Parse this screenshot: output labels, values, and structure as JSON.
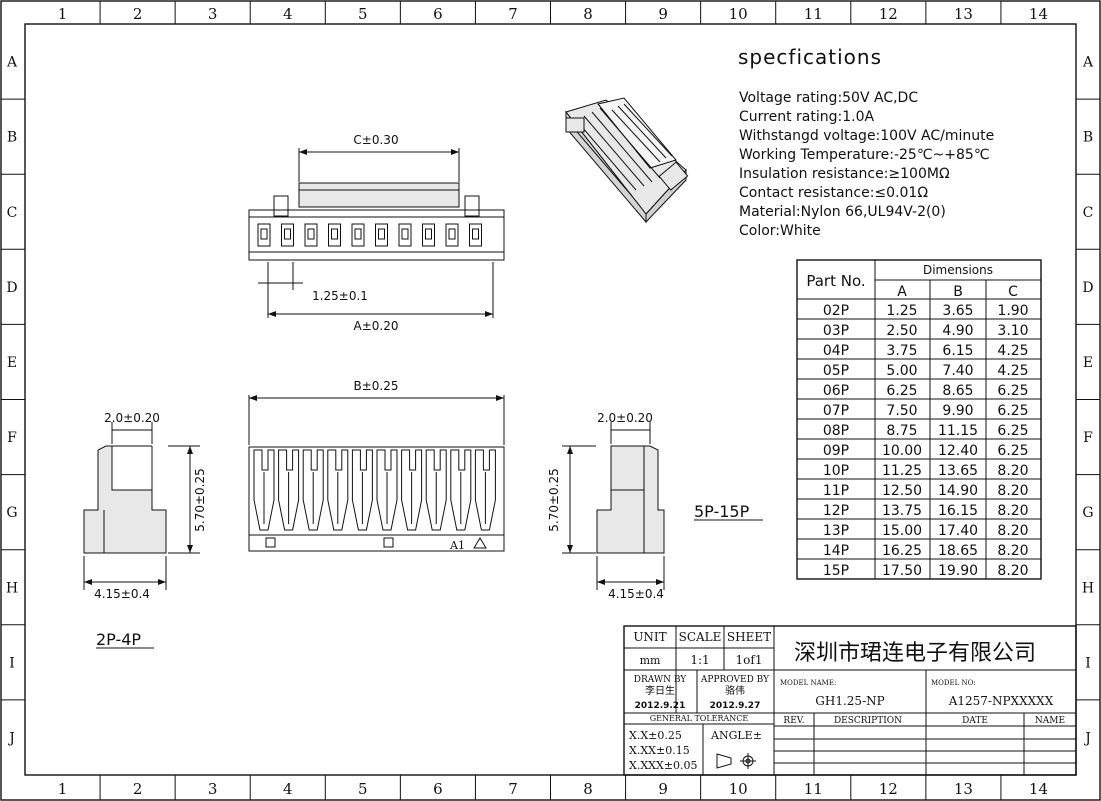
{
  "frame": {
    "col_labels": [
      "1",
      "2",
      "3",
      "4",
      "5",
      "6",
      "7",
      "8",
      "9",
      "10",
      "11",
      "12",
      "13",
      "14"
    ],
    "row_labels": [
      "A",
      "B",
      "C",
      "D",
      "E",
      "F",
      "G",
      "H",
      "I",
      "J"
    ]
  },
  "specs": {
    "heading": "specfications",
    "lines": [
      "Voltage rating:50V AC,DC",
      "Current rating:1.0A",
      "Withstangd voltage:100V AC/minute",
      "Working Temperature:-25℃~+85℃",
      "Insulation resistance:≥100MΩ",
      "Contact resistance:≤0.01Ω",
      "Material:Nylon 66,UL94V-2(0)",
      "Color:White"
    ]
  },
  "dims": {
    "c": "C±0.30",
    "pitch": "1.25±0.1",
    "a": "A±0.20",
    "b": "B±0.25",
    "w_left": "2.0±0.20",
    "w_right": "2.0±0.20",
    "h_left": "5.70±0.25",
    "h_right": "5.70±0.25",
    "d_left": "4.15±0.4",
    "d_right": "4.15±0.4",
    "a1": "A1",
    "range_small": "2P-4P",
    "range_large": "5P-15P"
  },
  "table": {
    "part_header": "Part No.",
    "dim_header": "Dimensions",
    "cols": [
      "A",
      "B",
      "C"
    ],
    "rows": [
      [
        "02P",
        "1.25",
        "3.65",
        "1.90"
      ],
      [
        "03P",
        "2.50",
        "4.90",
        "3.10"
      ],
      [
        "04P",
        "3.75",
        "6.15",
        "4.25"
      ],
      [
        "05P",
        "5.00",
        "7.40",
        "4.25"
      ],
      [
        "06P",
        "6.25",
        "8.65",
        "6.25"
      ],
      [
        "07P",
        "7.50",
        "9.90",
        "6.25"
      ],
      [
        "08P",
        "8.75",
        "11.15",
        "6.25"
      ],
      [
        "09P",
        "10.00",
        "12.40",
        "6.25"
      ],
      [
        "10P",
        "11.25",
        "13.65",
        "8.20"
      ],
      [
        "11P",
        "12.50",
        "14.90",
        "8.20"
      ],
      [
        "12P",
        "13.75",
        "16.15",
        "8.20"
      ],
      [
        "13P",
        "15.00",
        "17.40",
        "8.20"
      ],
      [
        "14P",
        "16.25",
        "18.65",
        "8.20"
      ],
      [
        "15P",
        "17.50",
        "19.90",
        "8.20"
      ]
    ]
  },
  "title_block": {
    "unit_label": "UNIT",
    "scale_label": "SCALE",
    "sheet_label": "SHEET",
    "unit": "mm",
    "scale": "1:1",
    "sheet": "1of1",
    "company": "深圳市珺连电子有限公司",
    "drawn_label": "DRAWN BY",
    "drawn_name": "李日生",
    "drawn_date": "2012.9.21",
    "approved_label": "APPROVED BY",
    "approved_name": "骆伟",
    "approved_date": "2012.9.27",
    "model_name_label": "MODEL NAME:",
    "model_name": "GH1.25-NP",
    "model_no_label": "MODEL NO:",
    "model_no": "A1257-NPXXXXX",
    "tol_label": "GENERAL TOLERANCE",
    "tol1": "X.X±0.25",
    "tol2": "X.XX±0.15",
    "tol3": "X.XXX±0.05",
    "angle_label": "ANGLE±",
    "rev_label": "REV.",
    "desc_label": "DESCRIPTION",
    "date_label": "DATE",
    "name_label": "NAME"
  }
}
